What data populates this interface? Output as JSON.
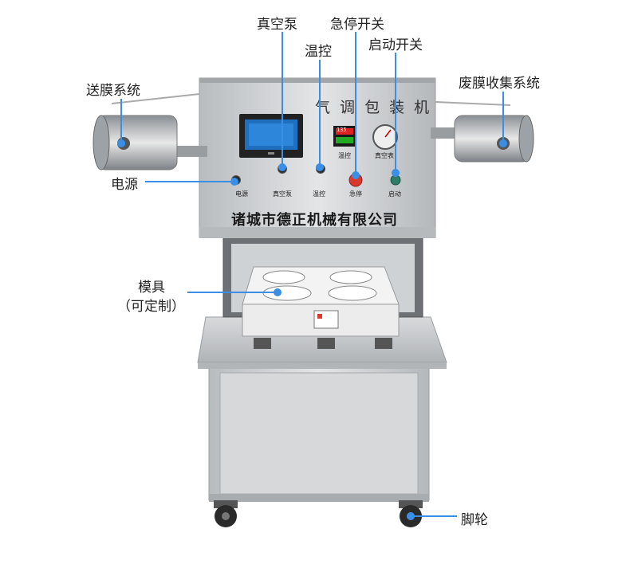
{
  "machine": {
    "title_plate": "气 调 包 装 机",
    "company_name": "诸城市德正机械有限公司",
    "panel_labels": [
      "电源",
      "真空泵",
      "温控",
      "急停",
      "启动"
    ],
    "temp_label": "温控",
    "gauge_label": "真空表",
    "temp_display": "135"
  },
  "callouts": {
    "vacuum_pump": "真空泵",
    "emergency_stop": "急停开关",
    "temp_control": "温控",
    "start_switch": "启动开关",
    "film_feed": "送膜系统",
    "waste_film": "废膜收集系统",
    "power": "电源",
    "mold_line1": "模具",
    "mold_line2": "（可定制）",
    "caster": "脚轮"
  },
  "colors": {
    "accent": "#3a8ee6",
    "stop_button": "#d83a2e",
    "start_button": "#2e7d6b",
    "body_steel": "#c9cccf"
  }
}
